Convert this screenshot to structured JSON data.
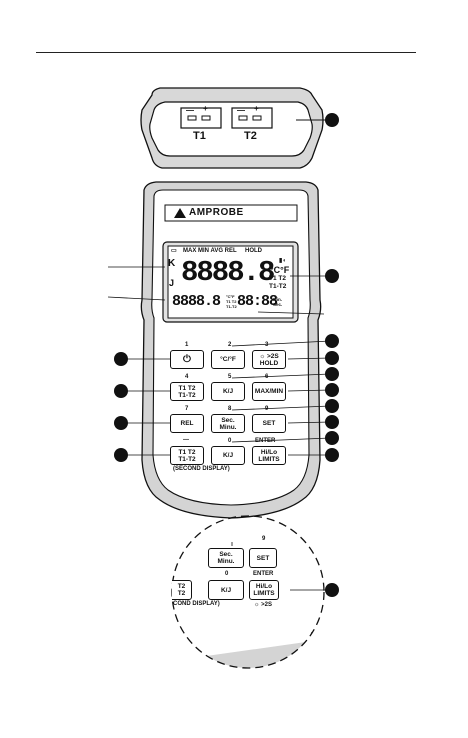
{
  "connector": {
    "t1": "T1",
    "t2": "T2",
    "minus": "—",
    "plus": "+"
  },
  "meter": {
    "brand": "AMPROBE",
    "lcd": {
      "annunciators": "MAX MIN AVG REL",
      "hold": "HOLD",
      "k": "K",
      "j": "J",
      "main_digits": "8888.8",
      "unit_cf": "°C°F",
      "t1t2": "T1 T2",
      "t1minus": "T1-T2",
      "sub_digits": "8888.8",
      "sub_digits2": "88:88",
      "min_sec": "Min. Sec."
    },
    "buttons": [
      {
        "num": "1",
        "l1": "⏻",
        "l2": ""
      },
      {
        "num": "2",
        "l1": "°C/°F",
        "l2": ""
      },
      {
        "num": "3",
        "l1": "☼ >2S",
        "l2": "HOLD"
      },
      {
        "num": "4",
        "l1": "T1 T2",
        "l2": "T1-T2"
      },
      {
        "num": "5",
        "l1": "K/J",
        "l2": ""
      },
      {
        "num": "6",
        "l1": "MAX/MIN",
        "l2": ""
      },
      {
        "num": "7",
        "l1": "REL",
        "l2": ""
      },
      {
        "num": "8",
        "l1": "Sec.",
        "l2": "Minu."
      },
      {
        "num": "9",
        "l1": "SET",
        "l2": ""
      },
      {
        "num": "—",
        "l1": "T1 T2",
        "l2": "T1-T2"
      },
      {
        "num": "0",
        "l1": "K/J",
        "l2": ""
      },
      {
        "num": "ENTER",
        "l1": "Hi/Lo",
        "l2": "LIMITS"
      }
    ],
    "second_display": "(SECOND DISPLAY)"
  },
  "zoom": {
    "num9": "9",
    "enter": "ENTER",
    "num0": "0",
    "sec": "Sec.",
    "minu": "Minu.",
    "set": "SET",
    "kj": "K/J",
    "hilo": "Hi/Lo",
    "limits": "LIMITS",
    "t2": "T2",
    "cond_display": "COND DISPLAY)",
    "backlight_note": "☼ >2S"
  }
}
